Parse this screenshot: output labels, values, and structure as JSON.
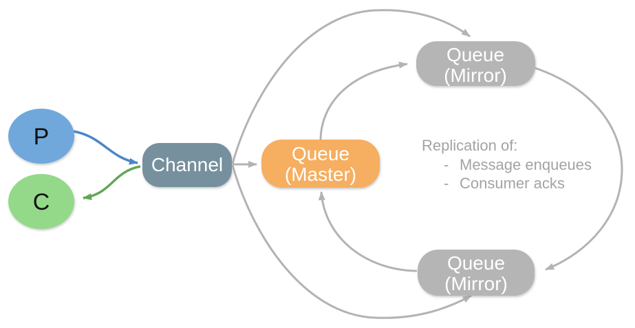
{
  "diagram": {
    "background": "#ffffff",
    "nodes": {
      "producer": {
        "label": "P",
        "fill": "#6fa8dc",
        "stroke": "#5d90cc"
      },
      "consumer": {
        "label": "C",
        "fill": "#93d989",
        "stroke": "#7ac56d"
      },
      "channel": {
        "label": "Channel",
        "fill": "#76909e"
      },
      "queue_master": {
        "label_line1": "Queue",
        "label_line2": "(Master)",
        "fill": "#f6ae61"
      },
      "queue_mirror_top": {
        "label_line1": "Queue",
        "label_line2": "(Mirror)",
        "fill": "#b5b5b5"
      },
      "queue_mirror_bottom": {
        "label_line1": "Queue",
        "label_line2": "(Mirror)",
        "fill": "#b5b5b5"
      }
    },
    "annotation": {
      "heading": "Replication of:",
      "bullets": [
        {
          "marker": "-",
          "text": "Message enqueues"
        },
        {
          "marker": "-",
          "text": "Consumer acks"
        }
      ],
      "color": "#a3a3a3"
    },
    "edges": {
      "colors": {
        "publish": "#4a86c8",
        "consume": "#61a656",
        "replication": "#b3b3b3"
      },
      "list": [
        {
          "from": "producer",
          "to": "channel"
        },
        {
          "from": "channel",
          "to": "consumer"
        },
        {
          "from": "channel",
          "to": "queue_master"
        },
        {
          "from": "channel",
          "to": "queue_mirror_top"
        },
        {
          "from": "channel",
          "to": "queue_mirror_bottom"
        },
        {
          "from": "queue_master",
          "to": "queue_mirror_top"
        },
        {
          "from": "queue_mirror_top",
          "to": "queue_mirror_bottom"
        },
        {
          "from": "queue_mirror_bottom",
          "to": "queue_master"
        }
      ]
    }
  }
}
